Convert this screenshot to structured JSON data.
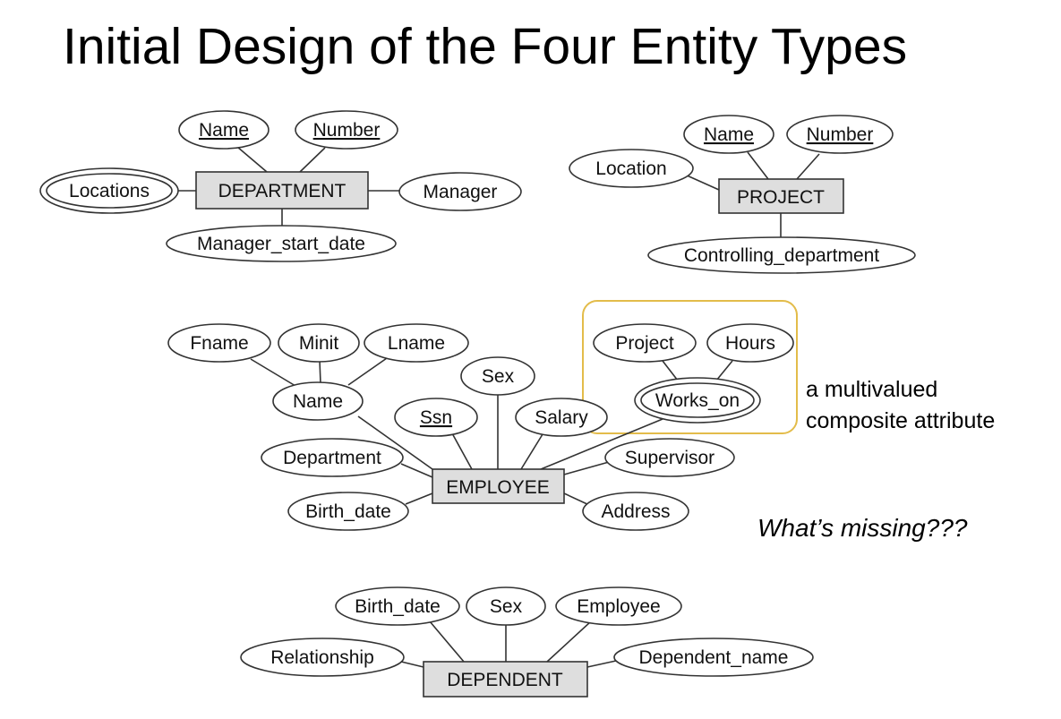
{
  "title": "Initial Design of the Four Entity Types",
  "annotation": {
    "line1": "a multivalued",
    "line2": "composite attribute",
    "highlight_color": "#e3bc4a"
  },
  "question": "What’s missing???",
  "colors": {
    "entity_fill": "#dedede",
    "stroke": "#333333"
  },
  "entities": {
    "department": "DEPARTMENT",
    "project": "PROJECT",
    "employee": "EMPLOYEE",
    "dependent": "DEPENDENT"
  },
  "attributes": {
    "department": {
      "name": "Name",
      "number": "Number",
      "locations": "Locations",
      "manager": "Manager",
      "manager_start_date": "Manager_start_date"
    },
    "project": {
      "name": "Name",
      "number": "Number",
      "location": "Location",
      "controlling_department": "Controlling_department"
    },
    "employee": {
      "fname": "Fname",
      "minit": "Minit",
      "lname": "Lname",
      "name": "Name",
      "sex": "Sex",
      "ssn": "Ssn",
      "salary": "Salary",
      "project": "Project",
      "hours": "Hours",
      "works_on": "Works_on",
      "department": "Department",
      "supervisor": "Supervisor",
      "birth_date": "Birth_date",
      "address": "Address"
    },
    "dependent": {
      "birth_date": "Birth_date",
      "sex": "Sex",
      "employee": "Employee",
      "relationship": "Relationship",
      "dependent_name": "Dependent_name"
    }
  }
}
